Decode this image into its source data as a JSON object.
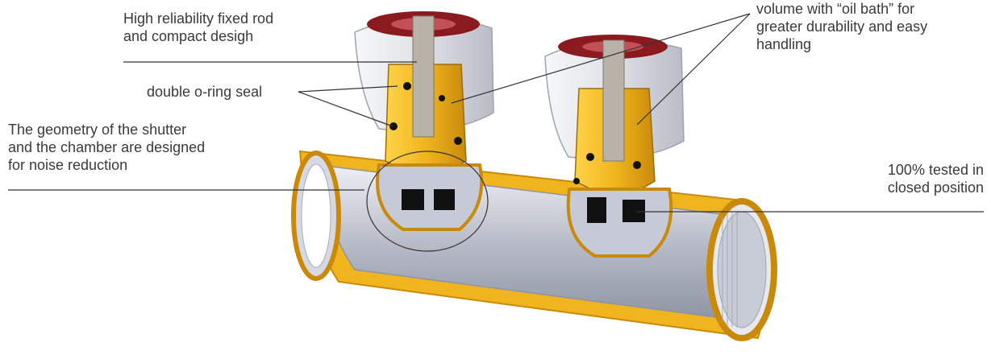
{
  "labels": {
    "rod": "High reliability fixed rod\nand compact desigh",
    "oring": "double o-ring seal",
    "geometry": "The geometry of the shutter\nand the chamber are designed\nfor noise reduction",
    "oil_bath": "volume with “oil bath” for\ngreater durability and easy\nhandling",
    "tested": "100% tested in\nclosed position"
  },
  "colors": {
    "brass": "#f0b51e",
    "brass_dark": "#c98a0c",
    "steel": "#c9ccd6",
    "steel_dark": "#8e93a3",
    "cap": "#e9eaee",
    "cap_red": "#8b1a1f",
    "text": "#3a3a3a",
    "leader": "#333333"
  }
}
